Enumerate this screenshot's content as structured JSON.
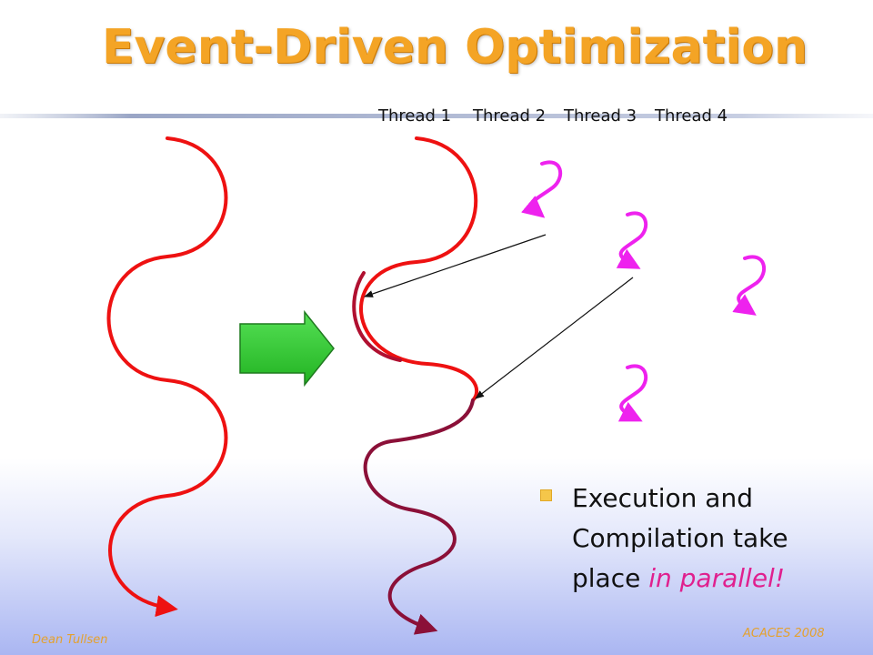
{
  "slide": {
    "title": "Event-Driven Optimization",
    "thread_labels": [
      "Thread 1",
      "Thread 2",
      "Thread 3",
      "Thread 4"
    ],
    "bullet": {
      "text_before": "Execution and Compilation take place ",
      "emphasis": "in parallel!"
    },
    "footer_left": "Dean Tullsen",
    "footer_right": "ACACES 2008"
  },
  "colors": {
    "title": "#f4a425",
    "main_thread": "#ee1111",
    "main_thread_dark": "#8b1038",
    "helper_threads": "#ee22ee",
    "arrow": "#33cc33",
    "bullet": "#f5c64a",
    "emphasis": "#e0208e",
    "footer": "#e4a12f"
  },
  "icons": {
    "transform_arrow": "right-arrow-icon"
  }
}
